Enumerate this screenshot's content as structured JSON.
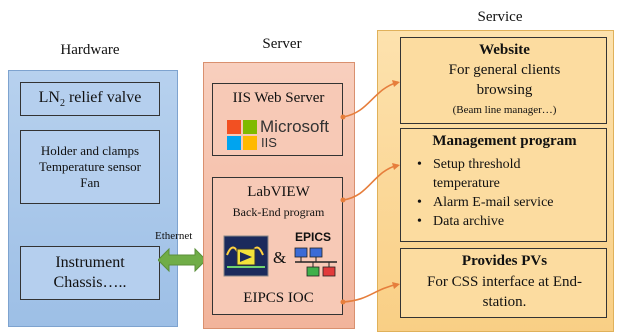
{
  "columns": {
    "hardware": "Hardware",
    "server": "Server",
    "service": "Service"
  },
  "hardware": {
    "relief_valve_main": "LN",
    "relief_valve_sub": "2",
    "relief_valve_rest": " relief valve",
    "holder_lines": [
      "Holder and clamps",
      "Temperature sensor",
      "Fan"
    ],
    "instrument_line1": "Instrument",
    "instrument_line2": "Chassis….."
  },
  "link": {
    "ethernet": "Ethernet"
  },
  "server": {
    "iis_title": "IIS Web Server",
    "microsoft_word": "Microsoft",
    "iis_word": "IIS",
    "labview_title": "LabVIEW",
    "labview_sub": "Back-End program",
    "ampersand": "&",
    "epics_word": "EPICS",
    "ioc_label": "EIPCS IOC"
  },
  "service": {
    "website_title": "Website",
    "website_lines": [
      "For general clients",
      "browsing"
    ],
    "website_note": "(Beam line manager…)",
    "mgmt_title": "Management program",
    "mgmt_items": [
      "Setup threshold",
      "temperature",
      "Alarm E-mail service",
      "Data archive"
    ],
    "pv_title": "Provides PVs",
    "pv_lines": [
      "For CSS interface at End-",
      "station."
    ]
  },
  "colors": {
    "hardware_fill": "#a9c7e9",
    "server_fill": "#f6c5b2",
    "service_fill": "#fcd99b",
    "connector": "#e67e3c",
    "ethernet_arrow": "#70ad47",
    "ms_red": "#f25022",
    "ms_green": "#7fba00",
    "ms_blue": "#00a4ef",
    "ms_yellow": "#ffb900"
  }
}
